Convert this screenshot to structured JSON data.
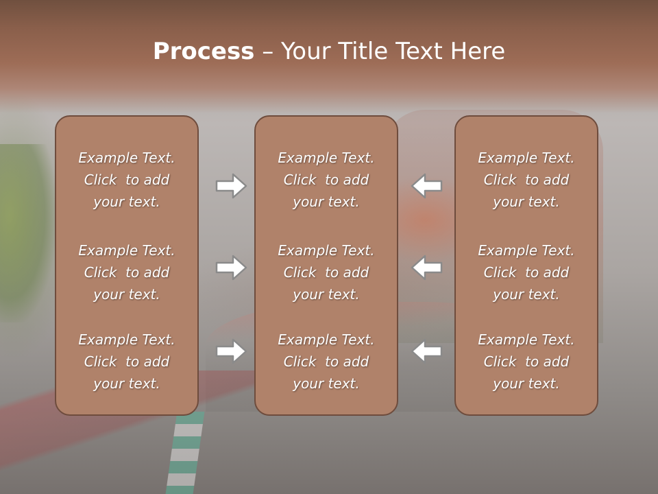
{
  "slide": {
    "title_bold": "Process",
    "title_rest": " – Your Title Text Here"
  },
  "columns": [
    {
      "items": [
        {
          "line1": "Example Text.",
          "line2": "Click  to add",
          "line3": "your text."
        },
        {
          "line1": "Example Text.",
          "line2": "Click  to add",
          "line3": "your text."
        },
        {
          "line1": "Example Text.",
          "line2": "Click  to add",
          "line3": "your text."
        }
      ]
    },
    {
      "items": [
        {
          "line1": "Example Text.",
          "line2": "Click  to add",
          "line3": "your text."
        },
        {
          "line1": "Example Text.",
          "line2": "Click  to add",
          "line3": "your text."
        },
        {
          "line1": "Example Text.",
          "line2": "Click  to add",
          "line3": "your text."
        }
      ]
    },
    {
      "items": [
        {
          "line1": "Example Text.",
          "line2": "Click  to add",
          "line3": "your text."
        },
        {
          "line1": "Example Text.",
          "line2": "Click  to add",
          "line3": "your text."
        },
        {
          "line1": "Example Text.",
          "line2": "Click  to add",
          "line3": "your text."
        }
      ]
    }
  ],
  "arrows": {
    "left_group_icon": "arrow-right-icon",
    "right_group_icon": "arrow-left-icon"
  },
  "colors": {
    "header": "#8a5f4b",
    "box_fill": "#b0826a",
    "box_border": "#6e4c3d",
    "text": "#ffffff"
  }
}
